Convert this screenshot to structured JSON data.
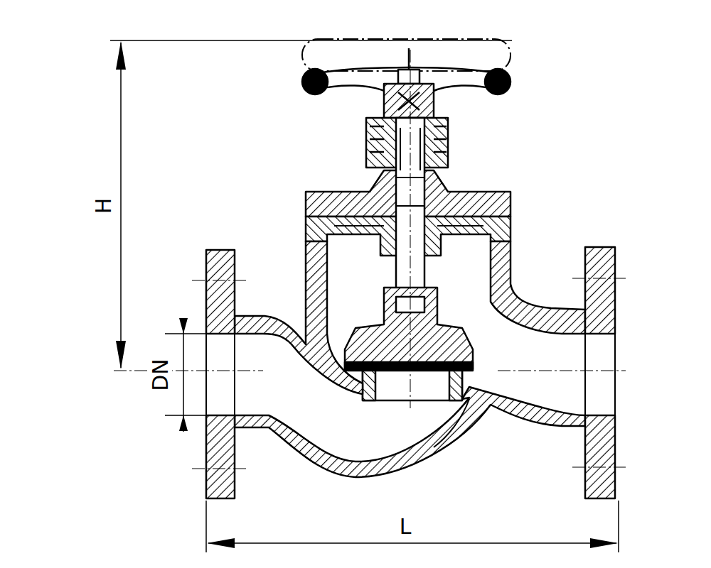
{
  "diagram": {
    "labels": [
      "H",
      "DN",
      "L"
    ]
  }
}
